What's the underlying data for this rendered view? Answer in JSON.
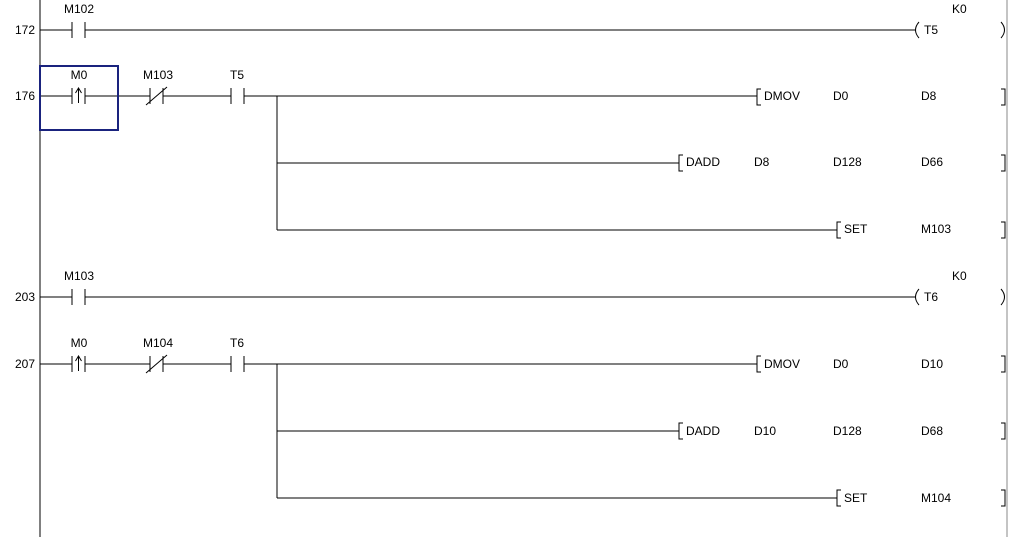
{
  "rungs": [
    {
      "step": "172",
      "contacts": [
        {
          "label": "M102",
          "kind": "no"
        }
      ],
      "coil": {
        "label": "T5",
        "constant": "K0"
      }
    },
    {
      "step": "176",
      "contacts": [
        {
          "label": "M0",
          "kind": "rising"
        },
        {
          "label": "M103",
          "kind": "nc"
        },
        {
          "label": "T5",
          "kind": "no"
        }
      ],
      "instructions": [
        {
          "op": "DMOV",
          "args": [
            "D0",
            "D8"
          ]
        },
        {
          "op": "DADD",
          "args": [
            "D8",
            "D128",
            "D66"
          ]
        },
        {
          "op": "SET",
          "args": [
            "M103"
          ]
        }
      ]
    },
    {
      "step": "203",
      "contacts": [
        {
          "label": "M103",
          "kind": "no"
        }
      ],
      "coil": {
        "label": "T6",
        "constant": "K0"
      }
    },
    {
      "step": "207",
      "contacts": [
        {
          "label": "M0",
          "kind": "rising"
        },
        {
          "label": "M104",
          "kind": "nc"
        },
        {
          "label": "T6",
          "kind": "no"
        }
      ],
      "instructions": [
        {
          "op": "DMOV",
          "args": [
            "D0",
            "D10"
          ]
        },
        {
          "op": "DADD",
          "args": [
            "D10",
            "D128",
            "D68"
          ]
        },
        {
          "op": "SET",
          "args": [
            "M104"
          ]
        }
      ]
    }
  ],
  "colors": {
    "line": "#000000",
    "cursor": "#1a237e",
    "background": "#ffffff"
  }
}
